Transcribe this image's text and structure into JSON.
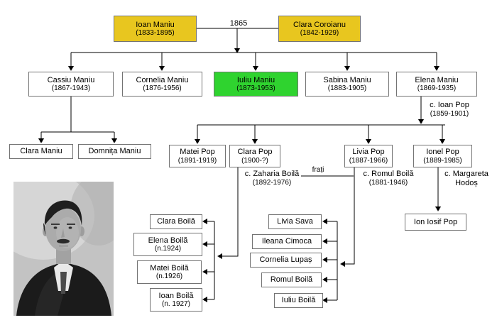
{
  "colors": {
    "root_fill": "#E8C61F",
    "highlight_fill": "#2FD32F",
    "box_border": "#737373",
    "line": "#000000"
  },
  "labels": {
    "marriage_year": "1865",
    "siblings": "frați"
  },
  "nodes": {
    "ioan_maniu": {
      "name": "Ioan Maniu",
      "dates": "(1833-1895)"
    },
    "clara_coroianu": {
      "name": "Clara Coroianu",
      "dates": "(1842-1929)"
    },
    "cassiu_maniu": {
      "name": "Cassiu Maniu",
      "dates": "(1867-1943)"
    },
    "cornelia_maniu": {
      "name": "Cornelia Maniu",
      "dates": "(1876-1956)"
    },
    "iuliu_maniu": {
      "name": "Iuliu Maniu",
      "dates": "(1873-1953)"
    },
    "sabina_maniu": {
      "name": "Sabina Maniu",
      "dates": "(1883-1905)"
    },
    "elena_maniu": {
      "name": "Elena Maniu",
      "dates": "(1869-1935)"
    },
    "clara_maniu_jr": {
      "name": "Clara Maniu"
    },
    "domnita_maniu": {
      "name": "Domnița Maniu"
    },
    "matei_pop": {
      "name": "Matei Pop",
      "dates": "(1891-1919)"
    },
    "clara_pop": {
      "name": "Clara Pop",
      "dates": "(1900-?)"
    },
    "livia_pop": {
      "name": "Livia Pop",
      "dates": "(1887-1966)"
    },
    "ionel_pop": {
      "name": "Ionel Pop",
      "dates": "(1889-1985)"
    },
    "ion_iosif_pop": {
      "name": "Ion Iosif Pop"
    },
    "clara_boila": {
      "name": "Clara Boilă"
    },
    "elena_boila": {
      "name": "Elena Boilă",
      "dates": "(n.1924)"
    },
    "matei_boila": {
      "name": "Matei Boilă",
      "dates": "(n.1926)"
    },
    "ioan_boila": {
      "name": "Ioan Boilă",
      "dates": "(n. 1927)"
    },
    "livia_sava": {
      "name": "Livia Sava"
    },
    "ileana_cimoca": {
      "name": "Ileana Cimoca"
    },
    "cornelia_lupas": {
      "name": "Cornelia Lupaș"
    },
    "romul_boila_jr": {
      "name": "Romul Boilă"
    },
    "iuliu_boila": {
      "name": "Iuliu Boilă"
    }
  },
  "spouses": {
    "ioan_pop": {
      "name": "c. Ioan Pop",
      "dates": "(1859-1901)"
    },
    "zaharia_boila": {
      "name": "c. Zaharia Boilă",
      "dates": "(1892-1976)"
    },
    "romul_boila": {
      "name": "c. Romul Boilă",
      "dates": "(1881-1946)"
    },
    "margareta_hodos": {
      "name": "c. Margareta Hodoș"
    }
  }
}
